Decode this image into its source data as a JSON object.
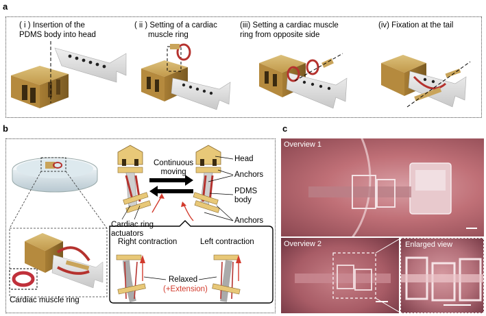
{
  "panel_a": {
    "letter": "a",
    "steps": [
      {
        "num": "( i )",
        "line1": "Insertion of the",
        "line2": "PDMS body into head"
      },
      {
        "num": "( ii )",
        "line1": "Setting of a cardiac",
        "line2": "muscle ring"
      },
      {
        "num": "(iii)",
        "line1": "Setting a cardiac muscle",
        "line2": "ring from opposite side"
      },
      {
        "num": "(iv)",
        "line1": "Fixation at the tail",
        "line2": ""
      }
    ]
  },
  "panel_b": {
    "letter": "b",
    "continuous_moving_1": "Continuous",
    "continuous_moving_2": "moving",
    "head": "Head",
    "anchors_top": "Anchors",
    "pdms_body_1": "PDMS",
    "pdms_body_2": "body",
    "anchors_bottom": "Anchors",
    "actuators_1": "Cardiac ring",
    "actuators_2": "actuators",
    "right_contraction": "Right contraction",
    "left_contraction": "Left contraction",
    "relaxed": "Relaxed",
    "extension": "(+Extension)",
    "cardiac_muscle_ring": "Cardiac muscle ring"
  },
  "panel_c": {
    "letter": "c",
    "overview1": "Overview 1",
    "overview2": "Overview 2",
    "enlarged": "Enlarged view"
  },
  "colors": {
    "gold": "#c9a45a",
    "gold_dark": "#8a6a2c",
    "ring_red": "#b5322e",
    "body_gray": "#d9d9d9",
    "pink_bg": "#b9646d",
    "arrow_red": "#d23a2c"
  }
}
